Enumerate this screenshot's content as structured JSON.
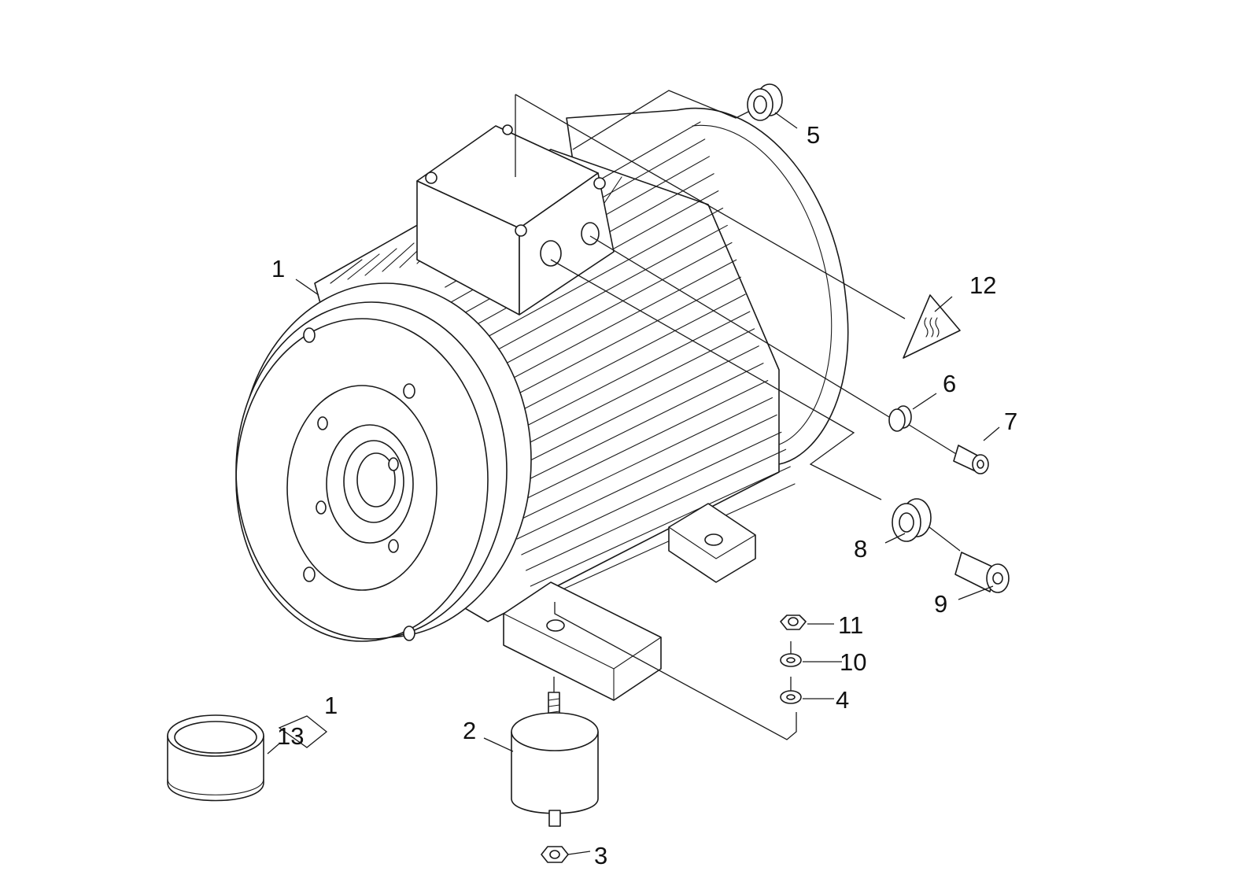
{
  "callouts": {
    "c1": "1",
    "c1b": "1",
    "c2": "2",
    "c3": "3",
    "c4": "4",
    "c5": "5",
    "c6": "6",
    "c7": "7",
    "c8": "8",
    "c9": "9",
    "c10": "10",
    "c11": "11",
    "c12": "12",
    "c13": "13"
  },
  "colors": {
    "line": "#1a1a1a",
    "background": "#ffffff"
  }
}
